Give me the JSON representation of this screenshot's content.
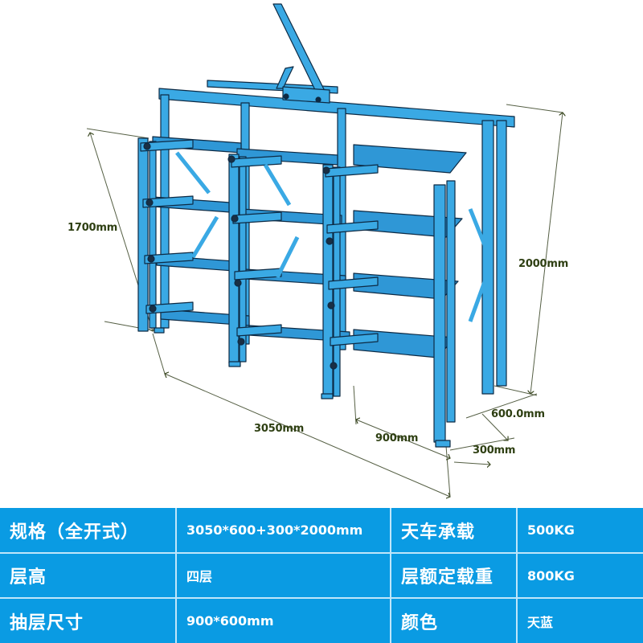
{
  "product": {
    "name": "mold-storage-rack",
    "color_primary": "#3aa9e4",
    "color_shadow": "#1f7fbf",
    "color_outline": "#0d2a44",
    "dimension_line_color": "#3c4a22"
  },
  "dimensions": {
    "height_drawer": "1700mm",
    "height_total": "2000mm",
    "width_total": "3050mm",
    "drawer_width": "900mm",
    "depth_rack": "600.0mm",
    "depth_extension": "300mm"
  },
  "specs": {
    "rows": [
      {
        "left_key": "规格（全开式）",
        "left_value": "3050*600+300*2000mm",
        "right_key": "天车承载",
        "right_value": "500KG"
      },
      {
        "left_key": "层高",
        "left_value": "四层",
        "right_key": "层额定载重",
        "right_value": "800KG"
      },
      {
        "left_key": "抽层尺寸",
        "left_value": "900*600mm",
        "right_key": "颜色",
        "right_value": "天蓝"
      }
    ],
    "table_color": "#0a9be3",
    "border_color": "#bfe6fa",
    "text_color": "#ffffff"
  }
}
